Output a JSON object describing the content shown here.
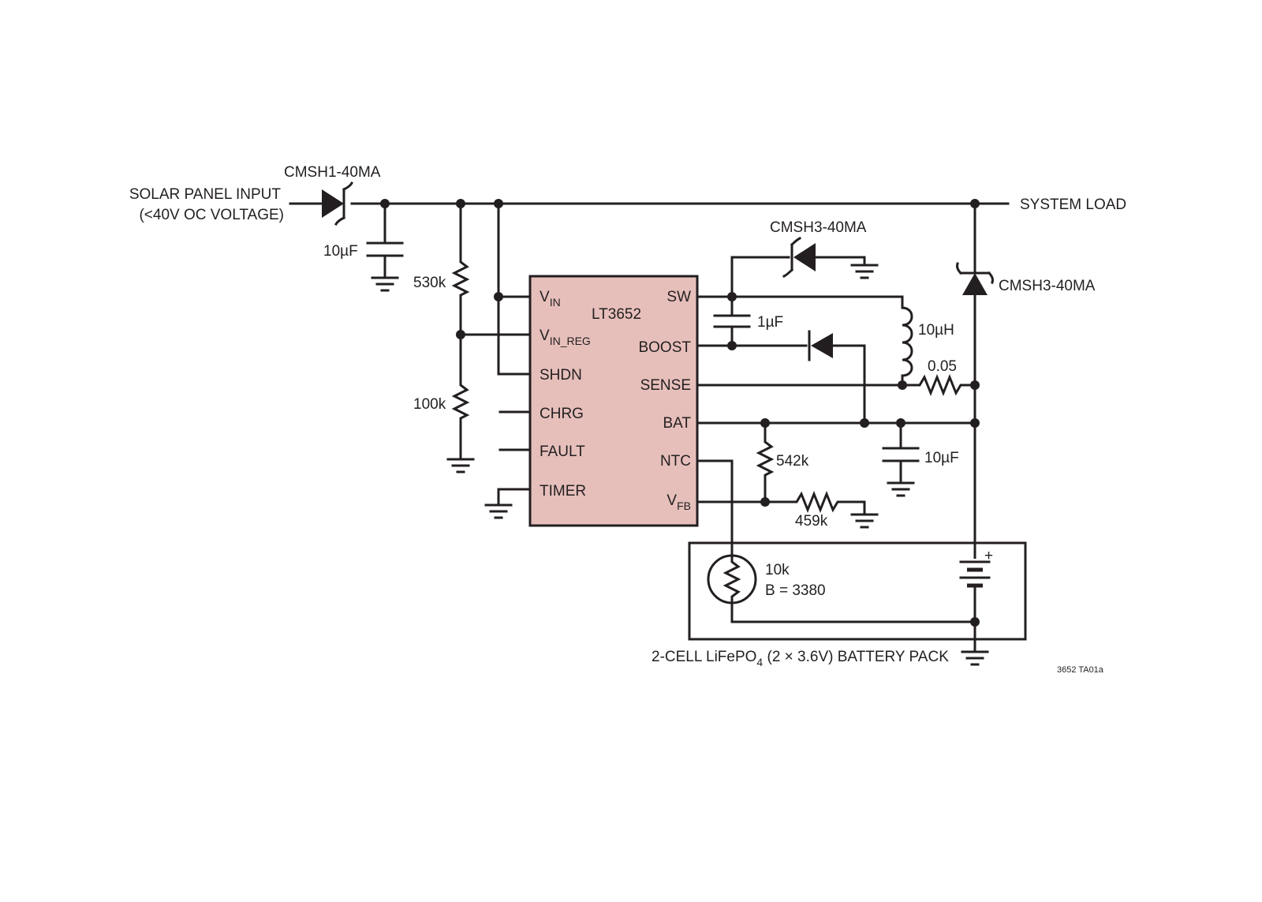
{
  "colors": {
    "ic_fill": "#e6bfbb",
    "line": "#231f20",
    "background": "#ffffff"
  },
  "input": {
    "line1": "SOLAR PANEL INPUT",
    "line2": "(<40V OC VOLTAGE)"
  },
  "output": {
    "label": "SYSTEM LOAD"
  },
  "ic": {
    "name": "LT3652",
    "pins_left": {
      "vin": "V",
      "vin_sub": "IN",
      "vin_reg": "V",
      "vin_reg_sub": "IN_REG",
      "shdn": "SHDN",
      "chrg": "CHRG",
      "fault": "FAULT",
      "timer": "TIMER"
    },
    "pins_right": {
      "sw": "SW",
      "boost": "BOOST",
      "sense": "SENSE",
      "bat": "BAT",
      "ntc": "NTC",
      "vfb": "V",
      "vfb_sub": "FB"
    }
  },
  "components": {
    "d_input": "CMSH1-40MA",
    "d_boost_sw": "CMSH3-40MA",
    "d_load": "CMSH3-40MA",
    "c_input": "10µF",
    "r_top": "530k",
    "r_bottom": "100k",
    "c_boost": "1µF",
    "l_main": "10µH",
    "r_sense": "0.05",
    "c_bat": "10µF",
    "r_fb_top": "542k",
    "r_fb_bottom": "459k",
    "thermistor_value": "10k",
    "thermistor_beta": "B = 3380"
  },
  "battery": {
    "pack_prefix": "2-CELL LiFePO",
    "pack_sub": "4",
    "pack_suffix": " (2 × 3.6V) BATTERY PACK",
    "plus": "+"
  },
  "figure_id": "3652 TA01a"
}
